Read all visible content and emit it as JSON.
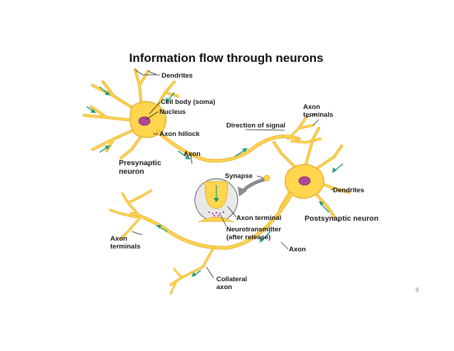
{
  "title": "Information flow through neurons",
  "labels": {
    "dendrites_top": "Dendrites",
    "cell_body": "Cell body (soma)",
    "nucleus": "Nucleus",
    "axon_hillock": "Axon hillock",
    "axon_top": "Axon",
    "presynaptic_1": "Presynaptic",
    "presynaptic_2": "neuron",
    "direction_of_signal": "Direction of signal",
    "axon_terminals_top_1": "Axon",
    "axon_terminals_top_2": "terminals",
    "synapse": "Synapse",
    "dendrites_right": "Dendrites",
    "axon_terminal": "Axon terminal",
    "postsynaptic": "Postsynaptic neuron",
    "neurotransmitter_1": "Neurotransmitter",
    "neurotransmitter_2": "(after release)",
    "axon_terminals_left_1": "Axon",
    "axon_terminals_left_2": "terminals",
    "axon_bottom": "Axon",
    "collateral_1": "Collateral",
    "collateral_2": "axon"
  },
  "page_number": "8",
  "colors": {
    "neuron": "#ffd64d",
    "neuron_edge": "#e8b23a",
    "nucleus": "#b0479a",
    "flow_arrow": "#1e9a7a",
    "signal_arrow": "#8a8a8a"
  }
}
